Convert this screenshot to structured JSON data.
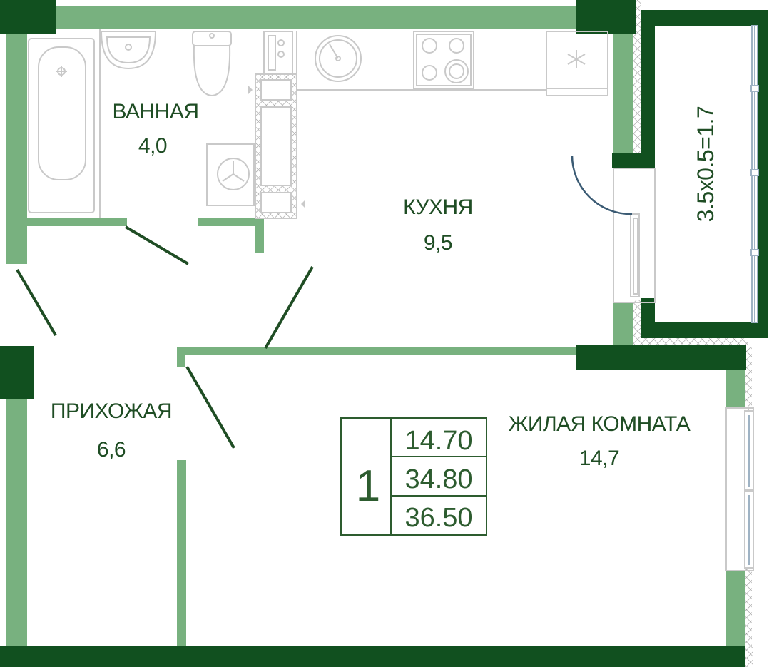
{
  "plan": {
    "colors": {
      "wall_dark": "#11501f",
      "wall_light": "#78b17f",
      "label": "#1f4d24",
      "fixture": "#c9c9c9",
      "door_arc": "#3b5b74",
      "window": "#9fb3c4"
    },
    "rooms": {
      "bathroom": {
        "name": "ВАННАЯ",
        "area": "4,0"
      },
      "kitchen": {
        "name": "КУХНЯ",
        "area": "9,5"
      },
      "hall": {
        "name": "ПРИХОЖАЯ",
        "area": "6,6"
      },
      "living": {
        "name": "ЖИЛАЯ КОМНАТА",
        "area": "14,7"
      },
      "balcony": {
        "label": "3.5x0.5=1.7"
      }
    },
    "summary": {
      "rooms_count": "1",
      "living_area": "14.70",
      "total_area": "34.80",
      "total_with_balcony": "36.50"
    },
    "icons": [
      "bathtub-icon",
      "sink-icon",
      "toilet-icon",
      "washing-machine-icon",
      "kitchen-sink-icon",
      "stove-icon",
      "fridge-icon",
      "snowflake-icon"
    ]
  }
}
